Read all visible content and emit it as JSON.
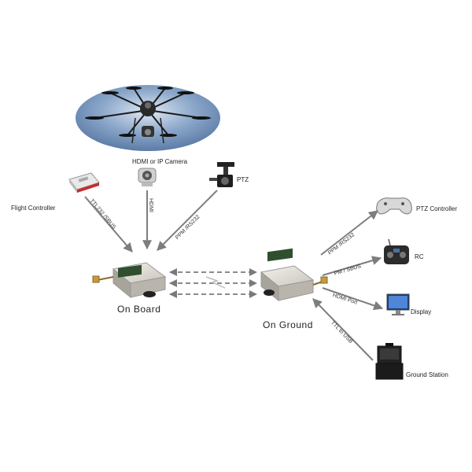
{
  "labels": {
    "camera": "HDMI or IP Camera",
    "flight_controller": "Flight Controller",
    "ptz": "PTZ",
    "ptz_controller": "PTZ Controller",
    "rc": "RC",
    "display": "Display",
    "ground_station": "Ground Station",
    "on_board": "On Board",
    "on_ground": "On Ground"
  },
  "links": {
    "fc": "TTL232 /SBUS",
    "hdmi": "HDMI",
    "ptz": "PPM /RS232",
    "ptz_controller": "PPM /RS232",
    "rc": "PM / SBUS",
    "display": "HDMI Port",
    "ground_station": "TTL to USB"
  },
  "colors": {
    "arrow": "#7d7d7d",
    "link_dash": "#8a8a8a",
    "sky_top": "#6f8fb8",
    "sky_bottom": "#c7d6ea",
    "module": "#d9d6cf",
    "antenna": "#c79a3a"
  }
}
